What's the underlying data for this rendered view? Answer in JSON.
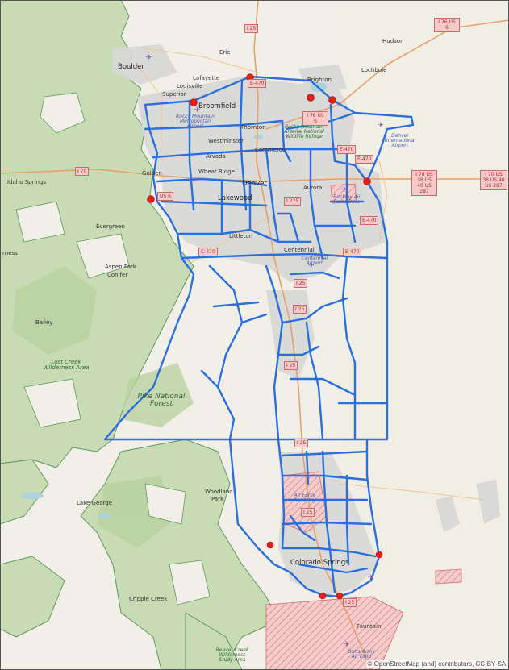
{
  "map": {
    "attribution": "© OpenStreetMap (and) contributors, CC-BY-SA",
    "colors": {
      "forest": "#c8dbb4",
      "forest_border": "#5e9a5e",
      "urban": "#d9d9d9",
      "boundary": "#2a6fdb",
      "marker": "#e0201b",
      "military": "#f1c5c5",
      "water": "#aad3df"
    },
    "places": [
      {
        "id": "boulder",
        "text": "Boulder",
        "cls": "big"
      },
      {
        "id": "erie",
        "text": "Erie",
        "cls": ""
      },
      {
        "id": "hudson",
        "text": "Hudson",
        "cls": ""
      },
      {
        "id": "lochbuie",
        "text": "Lochbuie",
        "cls": ""
      },
      {
        "id": "lafayette",
        "text": "Lafayette",
        "cls": ""
      },
      {
        "id": "louisville",
        "text": "Louisville",
        "cls": ""
      },
      {
        "id": "brighton",
        "text": "Brighton",
        "cls": ""
      },
      {
        "id": "superior",
        "text": "Superior",
        "cls": ""
      },
      {
        "id": "broomfield",
        "text": "Broomfield",
        "cls": "big"
      },
      {
        "id": "thornton",
        "text": "Thornton",
        "cls": ""
      },
      {
        "id": "westminster",
        "text": "Westminster",
        "cls": ""
      },
      {
        "id": "commerce",
        "text": "Commerce",
        "cls": ""
      },
      {
        "id": "arvada",
        "text": "Arvada",
        "cls": ""
      },
      {
        "id": "wheatridge",
        "text": "Wheat Ridge",
        "cls": ""
      },
      {
        "id": "golden",
        "text": "Golden",
        "cls": ""
      },
      {
        "id": "idaho",
        "text": "Idaho Springs",
        "cls": ""
      },
      {
        "id": "denver",
        "text": "Denver",
        "cls": "big"
      },
      {
        "id": "aurora",
        "text": "Aurora",
        "cls": ""
      },
      {
        "id": "lakewood",
        "text": "Lakewood",
        "cls": "big"
      },
      {
        "id": "littleton",
        "text": "Littleton",
        "cls": ""
      },
      {
        "id": "centennial",
        "text": "Centennial",
        "cls": ""
      },
      {
        "id": "evergreen",
        "text": "Evergreen",
        "cls": ""
      },
      {
        "id": "aspenpark",
        "text": "Aspen Park",
        "cls": ""
      },
      {
        "id": "conifer",
        "text": "Conifer",
        "cls": ""
      },
      {
        "id": "bailey",
        "text": "Bailey",
        "cls": ""
      },
      {
        "id": "rness",
        "text": "rness",
        "cls": ""
      },
      {
        "id": "woodland",
        "text": "Woodland",
        "cls": ""
      },
      {
        "id": "woodland2",
        "text": "Park",
        "cls": ""
      },
      {
        "id": "lakegeorge",
        "text": "Lake George",
        "cls": ""
      },
      {
        "id": "coloradosprings",
        "text": "Colorado Springs",
        "cls": "big"
      },
      {
        "id": "cripplecreek",
        "text": "Cripple Creek",
        "cls": ""
      },
      {
        "id": "fountain",
        "text": "Fountain",
        "cls": ""
      }
    ],
    "areas": [
      {
        "id": "rockymtn",
        "text": "Rocky Mountain Metropolitan Airport",
        "cls": "blue"
      },
      {
        "id": "arsenal",
        "text": "Rocky Mountain Arsenal National Wildlife Refuge",
        "cls": "green"
      },
      {
        "id": "dia",
        "text": "Denver International Airport",
        "cls": "blue"
      },
      {
        "id": "buckley",
        "text": "Buckley Air Force Base",
        "cls": "blue"
      },
      {
        "id": "centennialap",
        "text": "Centennial Airport",
        "cls": "blue"
      },
      {
        "id": "lostcreek",
        "text": "Lost Creek Wilderness Area",
        "cls": "green"
      },
      {
        "id": "pike",
        "text": "Pike National Forest",
        "cls": "forest"
      },
      {
        "id": "afa",
        "text": "Air Force Academy",
        "cls": "blue"
      },
      {
        "id": "butts",
        "text": "Butts Army Air Field",
        "cls": "blue"
      },
      {
        "id": "beaver",
        "text": "Beaver Creek Wilderness Study Area",
        "cls": "green"
      }
    ],
    "shields": [
      {
        "id": "i25top",
        "text": "I 25"
      },
      {
        "id": "e470top",
        "text": "E-470"
      },
      {
        "id": "i76us6",
        "text": "I 76 US 6"
      },
      {
        "id": "i76us6b",
        "text": "I 76 US 6"
      },
      {
        "id": "i70w",
        "text": "I 70"
      },
      {
        "id": "e470e",
        "text": "E-470"
      },
      {
        "id": "i70mid",
        "text": "I 70 US 36 US 40 US 287"
      },
      {
        "id": "i70right",
        "text": "I 70 US 36 US 40 US 287"
      },
      {
        "id": "i225",
        "text": "I 225"
      },
      {
        "id": "e470s",
        "text": "E-470"
      },
      {
        "id": "c470",
        "text": "C-470"
      },
      {
        "id": "e470sw",
        "text": "E-470"
      },
      {
        "id": "i25a",
        "text": "I 25"
      },
      {
        "id": "i25b",
        "text": "I 25"
      },
      {
        "id": "i25c",
        "text": "I 25"
      },
      {
        "id": "i25d",
        "text": "I 25"
      },
      {
        "id": "i25e",
        "text": "I 25"
      },
      {
        "id": "i25f",
        "text": "I 25"
      },
      {
        "id": "us6w",
        "text": "US 6"
      },
      {
        "id": "e470ne",
        "text": "E-470"
      }
    ],
    "markers": [
      {
        "id": "m1",
        "lat": "m1"
      },
      {
        "id": "m2"
      },
      {
        "id": "m3"
      },
      {
        "id": "m4"
      },
      {
        "id": "m5"
      },
      {
        "id": "m6"
      },
      {
        "id": "m7"
      },
      {
        "id": "m8"
      },
      {
        "id": "m9"
      },
      {
        "id": "m10"
      }
    ]
  }
}
